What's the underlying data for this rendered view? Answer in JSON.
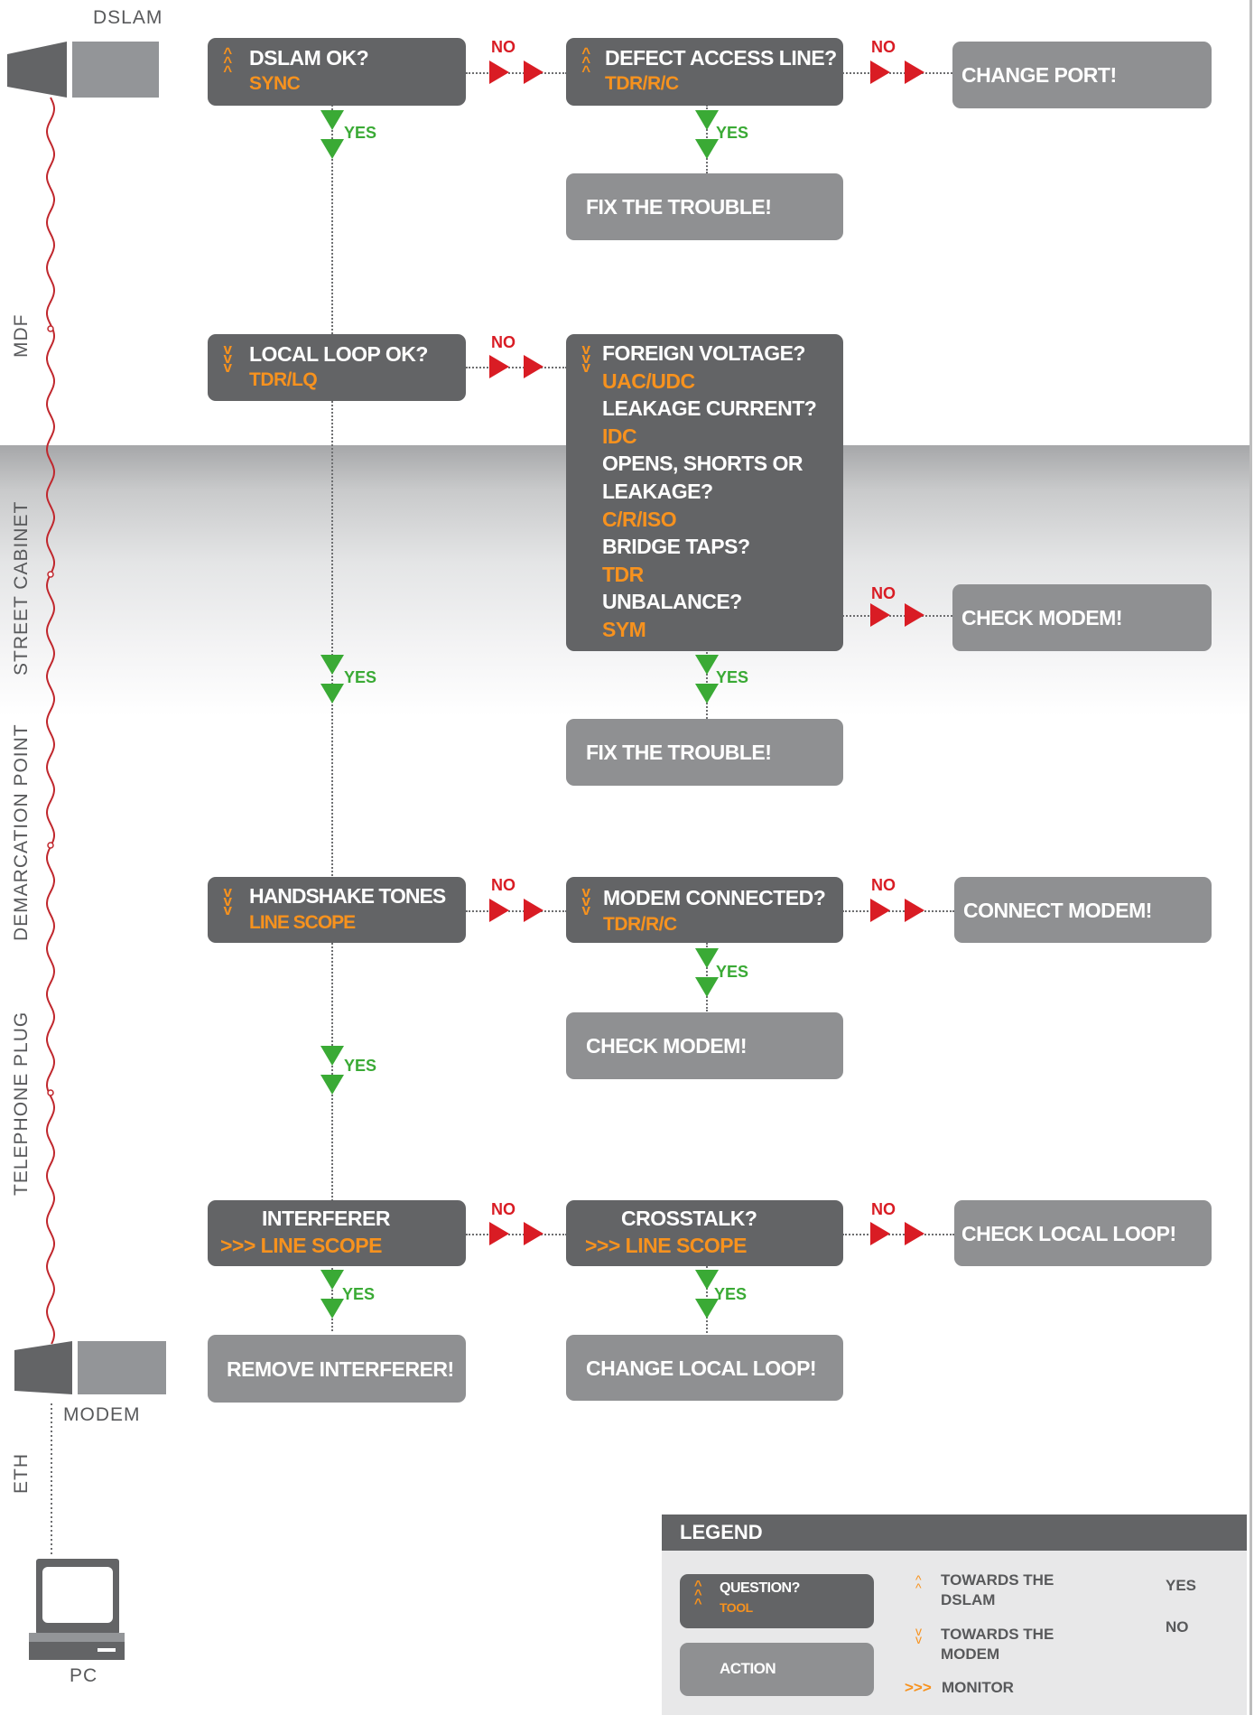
{
  "devices": {
    "dslam": "DSLAM",
    "modem": "MODEM",
    "pc": "PC"
  },
  "zones": {
    "mdf": "MDF",
    "street_cabinet": "STREET CABINET",
    "demarcation_point": "DEMARCATION POINT",
    "telephone_plug": "TELEPHONE PLUG",
    "eth": "ETH"
  },
  "row1": {
    "q1": {
      "line1": "DSLAM OK?",
      "line2": "SYNC",
      "direction": "towards-dslam"
    },
    "q2": {
      "line1": "DEFECT ACCESS LINE?",
      "line2": "TDR/R/C",
      "direction": "towards-dslam"
    },
    "action_no": "CHANGE PORT!",
    "action_yes": "FIX THE TROUBLE!"
  },
  "row2": {
    "q1": {
      "line1": "LOCAL LOOP OK?",
      "line2": "TDR/LQ",
      "direction": "towards-modem"
    },
    "q2_lines": [
      {
        "text": "FOREIGN VOLTAGE?",
        "tool": false
      },
      {
        "text": "UAC/UDC",
        "tool": true
      },
      {
        "text": "LEAKAGE CURRENT?",
        "tool": false
      },
      {
        "text": "IDC",
        "tool": true
      },
      {
        "text": "OPENS, SHORTS OR",
        "tool": false
      },
      {
        "text": "LEAKAGE?",
        "tool": false
      },
      {
        "text": "C/R/ISO",
        "tool": true
      },
      {
        "text": "BRIDGE TAPS?",
        "tool": false
      },
      {
        "text": "TDR",
        "tool": true
      },
      {
        "text": "UNBALANCE?",
        "tool": false
      },
      {
        "text": "SYM",
        "tool": true
      }
    ],
    "action_no": "CHECK MODEM!",
    "action_yes": "FIX THE TROUBLE!"
  },
  "row3": {
    "q1": {
      "line1": "HANDSHAKE TONES",
      "line2": "LINE SCOPE",
      "direction": "towards-modem"
    },
    "q2": {
      "line1": "MODEM CONNECTED?",
      "line2": "TDR/R/C",
      "direction": "towards-modem"
    },
    "action_no": "CONNECT MODEM!",
    "action_yes": "CHECK MODEM!"
  },
  "row4": {
    "q1": {
      "line1": "INTERFERER",
      "line2": ">>> LINE SCOPE"
    },
    "q2": {
      "line1": "CROSSTALK?",
      "line2": ">>> LINE SCOPE"
    },
    "action_no": "CHECK LOCAL LOOP!",
    "action_yes_left": "REMOVE INTERFERER!",
    "action_yes_right": "CHANGE LOCAL LOOP!"
  },
  "labels": {
    "yes": "YES",
    "no": "NO"
  },
  "legend": {
    "title": "LEGEND",
    "question": "QUESTION?",
    "tool": "TOOL",
    "action": "ACTION",
    "towards_dslam_1": "TOWARDS THE",
    "towards_dslam_2": "DSLAM",
    "towards_modem_1": "TOWARDS THE",
    "towards_modem_2": "MODEM",
    "monitor_symbol": ">>>",
    "monitor": "MONITOR",
    "yes": "YES",
    "no": "NO"
  },
  "colors": {
    "question_box": "#636466",
    "action_box": "#8f9092",
    "tool_text": "#f7921e",
    "yes_arrow": "#3aaa35",
    "no_arrow": "#d91c24",
    "cable": "#c0272d"
  }
}
